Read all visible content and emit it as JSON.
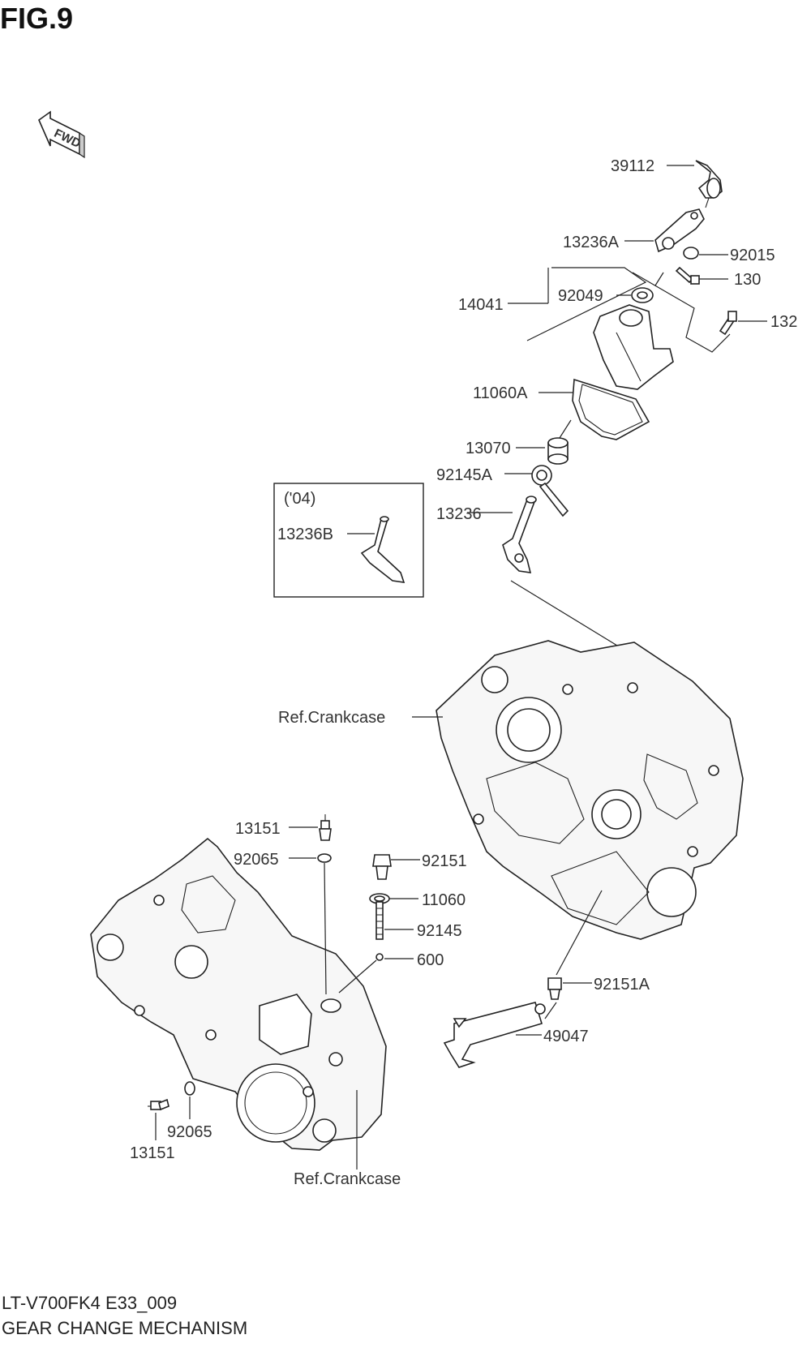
{
  "figure_title": "FIG.9",
  "fwd_label": "FWD",
  "inset": {
    "year": "('04)",
    "part": "13236B"
  },
  "labels": {
    "p39112": "39112",
    "p13236A": "13236A",
    "p92015": "92015",
    "p130": "130",
    "p14041": "14041",
    "p92049": "92049",
    "p132": "132",
    "p11060A": "11060A",
    "p13070": "13070",
    "p92145A": "92145A",
    "p13236": "13236",
    "refCrankcase1": "Ref.Crankcase",
    "p13151a": "13151",
    "p92065a": "92065",
    "p92151": "92151",
    "p11060": "11060",
    "p92145": "92145",
    "p600": "600",
    "p92151A": "92151A",
    "p49047": "49047",
    "p92065b": "92065",
    "p13151b": "13151",
    "refCrankcase2": "Ref.Crankcase"
  },
  "footer": {
    "code": "LT-V700FK4 E33_009",
    "title": "GEAR CHANGE MECHANISM"
  }
}
